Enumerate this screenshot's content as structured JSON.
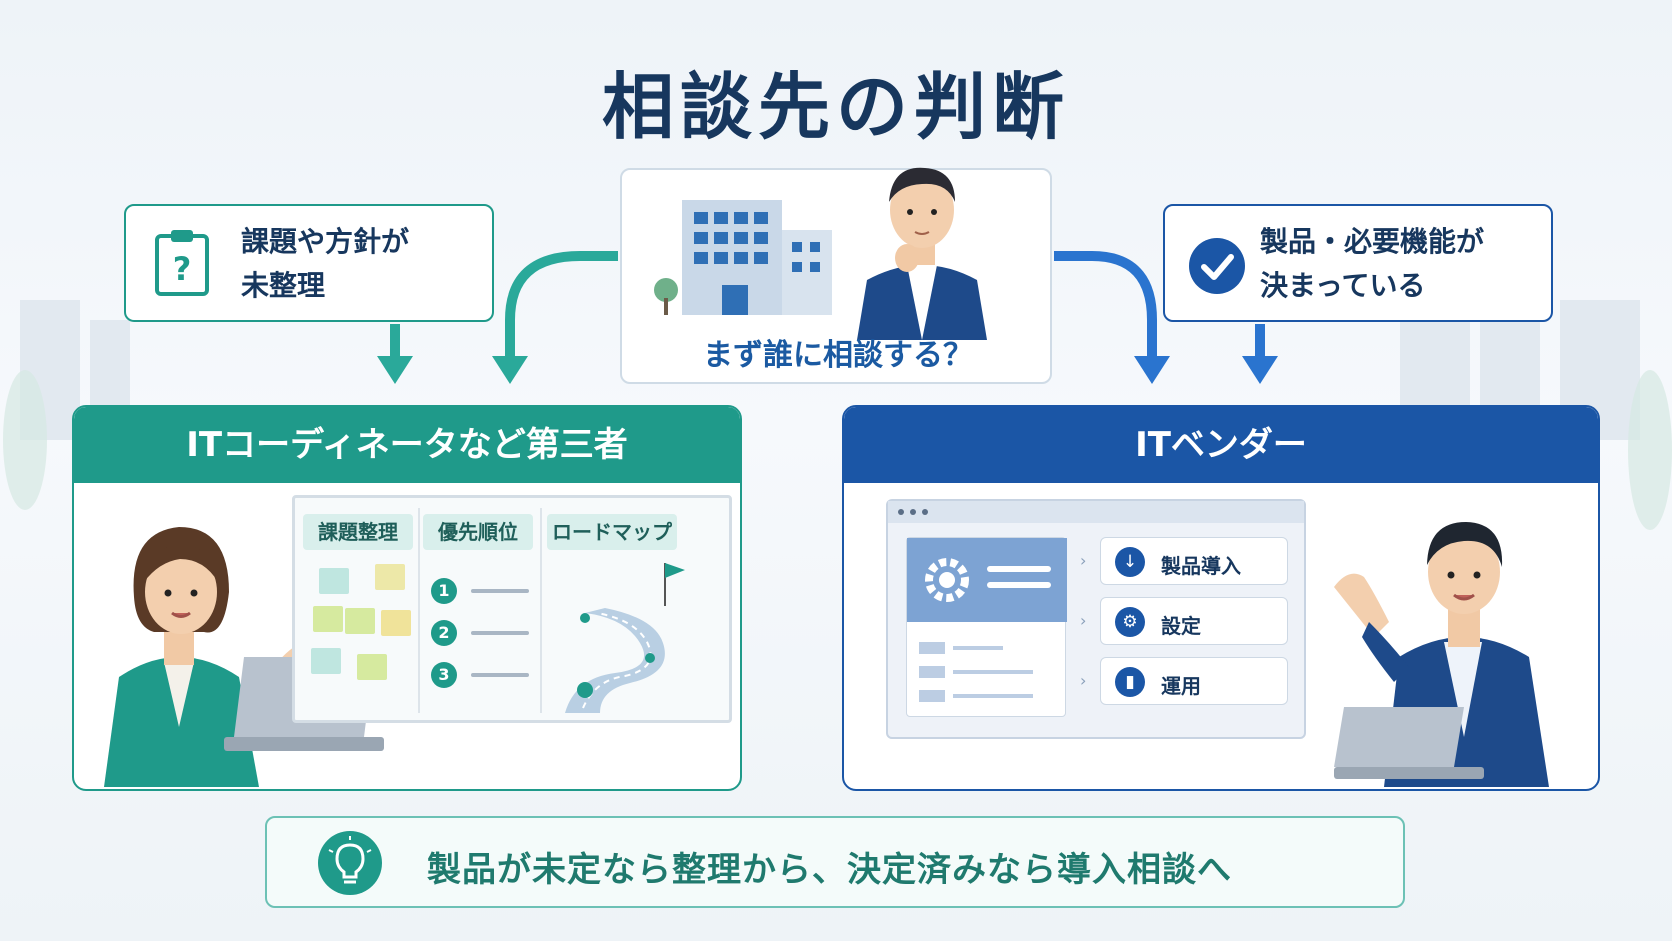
{
  "title": "相談先の判断",
  "center": {
    "question": "まず誰に相談する？"
  },
  "left_callout": {
    "line1": "課題や方針が",
    "line2": "未整理",
    "icon": "clipboard-question-icon"
  },
  "right_callout": {
    "line1": "製品・必要機能が",
    "line2": "決まっている",
    "icon": "check-circle-icon"
  },
  "left_panel": {
    "title": "ITコーディネータなど第三者",
    "columns": [
      "課題整理",
      "優先順位",
      "ロードマップ"
    ],
    "priority_numbers": [
      "1",
      "2",
      "3"
    ]
  },
  "right_panel": {
    "title": "ITベンダー",
    "steps": [
      {
        "label": "製品導入",
        "icon": "download-icon"
      },
      {
        "label": "設定",
        "icon": "gear-icon"
      },
      {
        "label": "運用",
        "icon": "bar-chart-icon"
      }
    ]
  },
  "bottom": {
    "text": "製品が未定なら整理から、決定済みなら導入相談へ",
    "icon": "lightbulb-icon"
  },
  "colors": {
    "teal": "#1f9a8a",
    "blue": "#1b56a6",
    "navy": "#17375e"
  }
}
